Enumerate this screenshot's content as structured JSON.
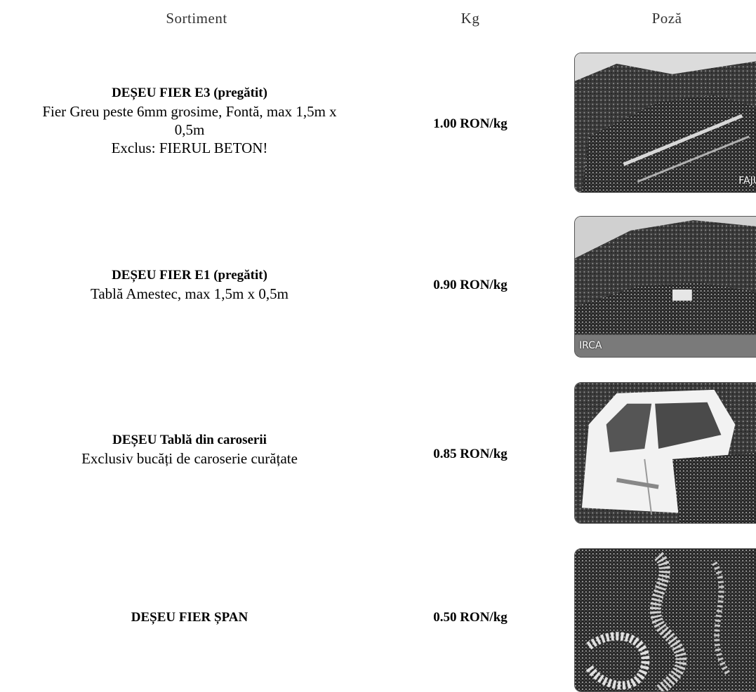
{
  "headers": {
    "sortiment": "Sortiment",
    "kg": "Kg",
    "poza": "Poză"
  },
  "rows": [
    {
      "title": "DEȘEU FIER E3 (pregătit)",
      "lines": [
        "Fier Greu peste 6mm grosime, Fontă, max 1,5m x",
        "0,5m",
        "Exclus: FIERUL BETON!"
      ],
      "price": "1.00 RON/kg",
      "photo_label": "FAJU"
    },
    {
      "title": "DEȘEU FIER E1 (pregătit)",
      "lines": [
        "Tablă Amestec, max 1,5m x 0,5m"
      ],
      "price": "0.90 RON/kg",
      "photo_label": "IRCA"
    },
    {
      "title": "DEȘEU Tablă din caroserii",
      "lines": [
        "Exclusiv bucăți de caroserie curățate"
      ],
      "price": "0.85 RON/kg",
      "photo_label": ""
    },
    {
      "title": "DEȘEU FIER ȘPAN",
      "lines": [],
      "price": "0.50 RON/kg",
      "photo_label": ""
    }
  ]
}
